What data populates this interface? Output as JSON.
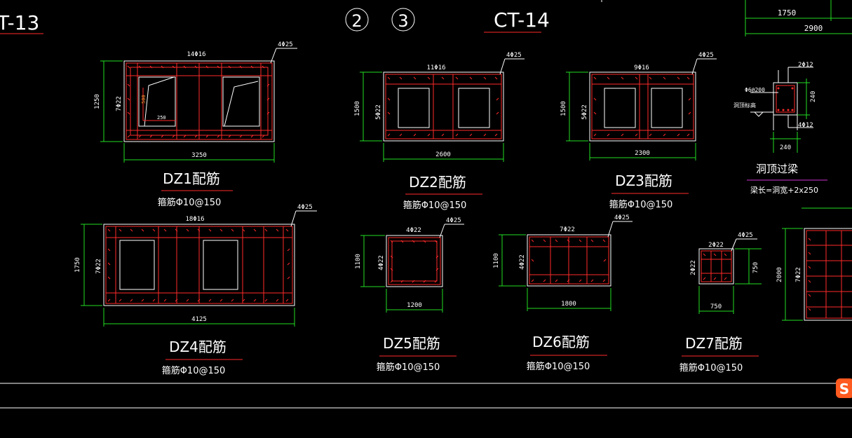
{
  "colors": {
    "background": "#000000",
    "outline": "#ffffff",
    "rebar": "#ff2a2a",
    "dimension": "#22dd22",
    "title_underline": "#ff2a2a",
    "beam_underline": "#cc33cc",
    "app_logo": "#ff5a1f"
  },
  "section_labels": {
    "left": "T-13",
    "center": "CT-14"
  },
  "axis_markers": [
    "2",
    "3"
  ],
  "top_right": {
    "dim1": "1750",
    "dim2": "2900"
  },
  "beam_detail": {
    "top_label": "2Φ12",
    "hoop_label": "Φ6@200",
    "mid_label": "洞顶标高",
    "bottom_label": "4Φ12",
    "depth": "240",
    "width": "240",
    "title": "洞顶过梁",
    "formula": "梁长=洞宽+2x250"
  },
  "columns": [
    {
      "id": "dz1",
      "title": "DZ1配筋",
      "stirrup": "箍筋Φ10@150",
      "width_dim": "3250",
      "height_dim": "1250",
      "top_rebar": "14Φ16",
      "side_rebar": "7Φ22",
      "corner_rebar": "4Φ25",
      "inner_dim_h": "250",
      "inner_dim_v": "500"
    },
    {
      "id": "dz2",
      "title": "DZ2配筋",
      "stirrup": "箍筋Φ10@150",
      "width_dim": "2600",
      "height_dim": "1500",
      "top_rebar": "11Φ16",
      "side_rebar": "5Φ22",
      "corner_rebar": "4Φ25"
    },
    {
      "id": "dz3",
      "title": "DZ3配筋",
      "stirrup": "箍筋Φ10@150",
      "width_dim": "2300",
      "height_dim": "1500",
      "top_rebar": "9Φ16",
      "side_rebar": "5Φ22",
      "corner_rebar": "4Φ25"
    },
    {
      "id": "dz4",
      "title": "DZ4配筋",
      "stirrup": "箍筋Φ10@150",
      "width_dim": "4125",
      "height_dim": "1750",
      "top_rebar": "18Φ16",
      "side_rebar": "7Φ22",
      "corner_rebar": "4Φ25"
    },
    {
      "id": "dz5",
      "title": "DZ5配筋",
      "stirrup": "箍筋Φ10@150",
      "width_dim": "1200",
      "height_dim": "1100",
      "top_rebar": "4Φ22",
      "side_rebar": "4Φ22",
      "corner_rebar": "4Φ25"
    },
    {
      "id": "dz6",
      "title": "DZ6配筋",
      "stirrup": "箍筋Φ10@150",
      "width_dim": "1800",
      "height_dim": "1100",
      "top_rebar": "7Φ22",
      "side_rebar": "4Φ22",
      "corner_rebar": "4Φ25"
    },
    {
      "id": "dz7",
      "title": "DZ7配筋",
      "stirrup": "箍筋Φ10@150",
      "width_dim": "750",
      "height_dim": "750",
      "top_rebar": "2Φ22",
      "side_rebar": "2Φ22",
      "corner_rebar": "4Φ25"
    },
    {
      "id": "dz8",
      "height_dim": "2000",
      "side_rebar": "7Φ22"
    }
  ],
  "logo": "S"
}
